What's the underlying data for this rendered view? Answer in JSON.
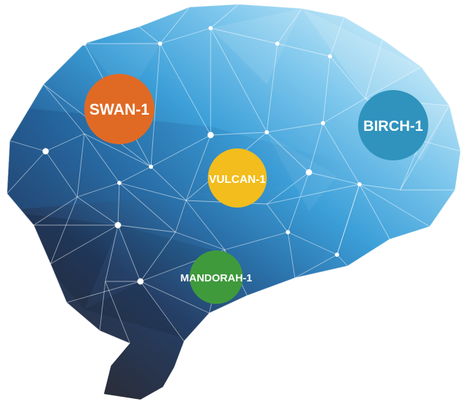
{
  "diagram": {
    "nodes": [
      {
        "id": "swan",
        "label": "SWAN-1",
        "color": "#e06a24"
      },
      {
        "id": "birch",
        "label": "BIRCH-1",
        "color": "#2f93bd"
      },
      {
        "id": "vulcan",
        "label": "VULCAN-1",
        "color": "#f2bd1d"
      },
      {
        "id": "mandorah",
        "label": "MANDORAH-1",
        "color": "#3f9a3c"
      }
    ],
    "palette": {
      "brain_light": "#a9dcf3",
      "brain_mid": "#3c9fd8",
      "brain_deep": "#1f5f93",
      "brain_dark": "#223a5e",
      "brain_darkest": "#2a2d3a",
      "mesh_line": "#ffffff"
    }
  }
}
